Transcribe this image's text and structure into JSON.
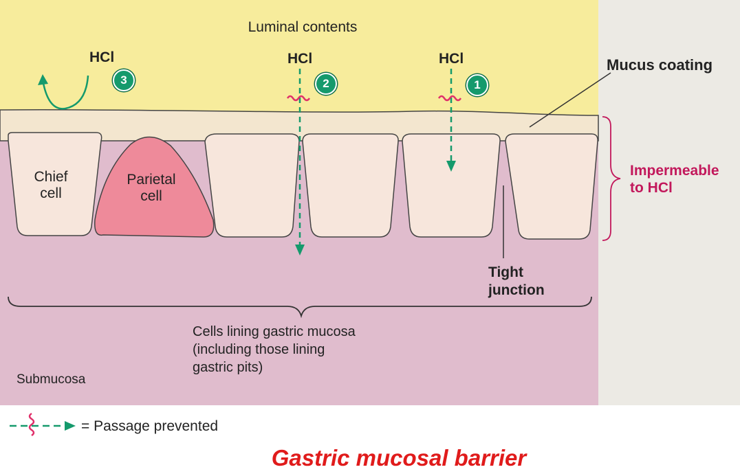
{
  "title": "Gastric mucosal barrier",
  "labels": {
    "luminal": "Luminal contents",
    "mucus": "Mucus coating",
    "impermeable": "Impermeable\nto HCl",
    "chief": "Chief\ncell",
    "parietal": "Parietal\ncell",
    "tight": "Tight\njunction",
    "cells": "Cells lining gastric mucosa\n(including those lining\ngastric pits)",
    "submucosa": "Submucosa",
    "legend": "= Passage prevented"
  },
  "hcl": [
    "HCl",
    "HCl",
    "HCl"
  ],
  "badges": [
    "3",
    "2",
    "1"
  ],
  "colors": {
    "lumen": "#f7ec9c",
    "mucus": "#f3e6cf",
    "cell": "#f7e6dc",
    "parietal": "#ee8a9a",
    "submucosa": "#e0bccd",
    "arrow": "#159a6c",
    "squiggle": "#e0306a",
    "bracket": "#c2185b",
    "title": "#e01b1b"
  }
}
